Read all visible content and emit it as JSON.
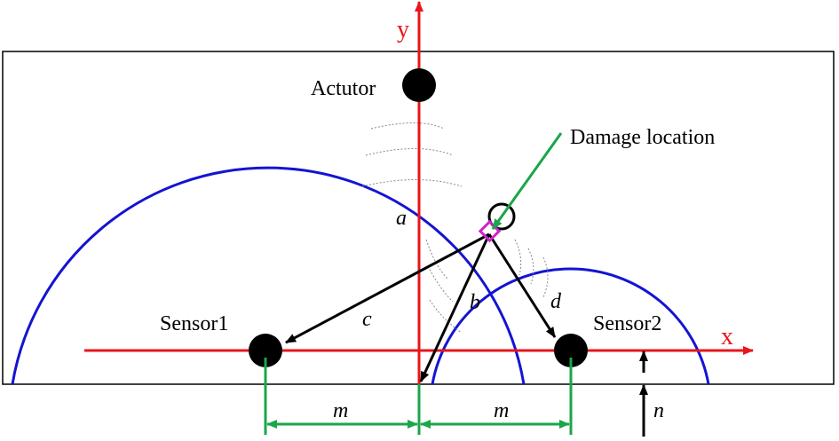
{
  "labels": {
    "x_axis": "x",
    "y_axis": "y",
    "actuator": "Actutor",
    "damage": "Damage location",
    "sensor1": "Sensor1",
    "sensor2": "Sensor2",
    "a": "a",
    "b": "b",
    "c": "c",
    "d": "d",
    "m_left": "m",
    "m_right": "m",
    "n": "n"
  },
  "colors": {
    "axis": "#e8151b",
    "circle": "#1414d2",
    "dimension": "#1aa64a",
    "marker": "#cc22cc",
    "ink": "#000000",
    "wave": "#888888"
  }
}
